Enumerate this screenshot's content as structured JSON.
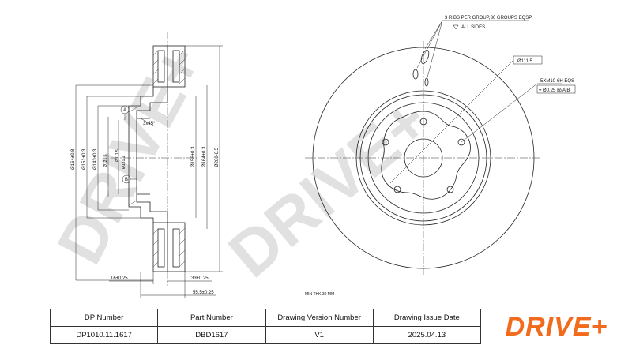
{
  "watermark": "DRIVE+",
  "annotations": {
    "ribs": "3 RIBS PER GROUP,30 GROUPS EQSP",
    "all_sides": "ALL SIDES",
    "center_dia": "Ø111.5",
    "bolt": "5XM10-6H EQS",
    "position_tol": "⌖ Ø0.25 Ⓜ A B",
    "chamfer": "3x45°",
    "min_thk": "MIN THK 30 MM",
    "datum_a": "A",
    "datum_b": "B"
  },
  "dims_left": {
    "d1": "Ø164±0.8",
    "d2": "Ø151±0.3",
    "d3": "Ø143±0.3",
    "d4": "Ø121.5",
    "d5": "Ø111.5",
    "d6": "Ø181.1",
    "d7": "Ø156±0.3",
    "d8": "Ø164±0.3",
    "d9": "Ø288-0.5",
    "h1": "16±0.25",
    "h2": "33±0.25",
    "h3": "55.5±0.25"
  },
  "title_block": {
    "headers": [
      "DP Number",
      "Part Number",
      "Drawing Version Number",
      "Drawing Issue Date"
    ],
    "values": [
      "DP1010.11.1617",
      "DBD1617",
      "V1",
      "2025.04.13"
    ],
    "logo": "DRIVE+"
  },
  "colors": {
    "logo": "#f26a1b",
    "watermark": "#c9c9c9",
    "line": "#222222"
  }
}
